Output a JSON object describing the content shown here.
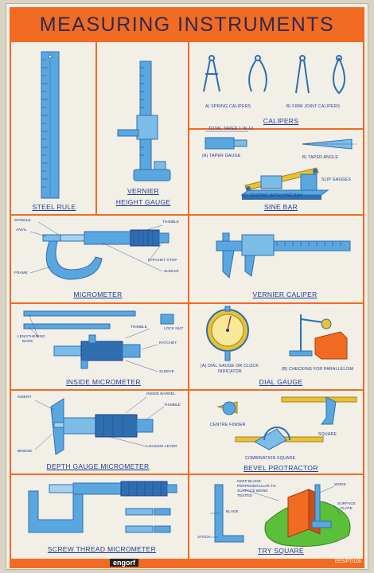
{
  "title": "MEASURING INSTRUMENTS",
  "panels": {
    "steel_rule": "STEEL RULE",
    "vernier_height_gauge_line1": "VERNIER",
    "vernier_height_gauge_line2": "HEIGHT GAUGE",
    "calipers": "CALIPERS",
    "spring_calipers": "A) SPRING CALIPERS",
    "firm_joint_calipers": "B) FIRM JOINT CALIPERS",
    "sine_bar": "SINE BAR",
    "total_taper": "TOTAL TAPER 1 IN 10",
    "taper_gauge": "(A) TAPER GAUGE",
    "taper_angle": "B) TAPER ANGLE",
    "slip_gauges": "SLIP GAUGES",
    "testing_sine_bar": "(C) TESTING WITH SINE BAR",
    "micrometer": "MICROMETER",
    "vernier_caliper": "VERNIER CALIPER",
    "inside_micrometer": "INSIDE MICROMETER",
    "dial_gauge": "DIAL GAUGE",
    "dial_gauge_on_clock_line1": "(A) DIAL GAUGE OR CLOCK",
    "dial_gauge_on_clock_line2": "INDICATOR",
    "checking_parallelism": "(B) CHECKING FOR PARALLELISM",
    "depth_gauge_micrometer": "DEPTH GAUGE MICROMETER",
    "bevel_protractor": "BEVEL PROTRACTOR",
    "centre_finder": "CENTRE FINDER",
    "square": "SQUARE",
    "combination_square": "COMBINATION SQUARE",
    "screw_thread_micrometer": "SCREW THREAD MICROMETER",
    "try_square": "TRY SQUARE"
  },
  "callouts": {
    "spindle": "SPINDLE",
    "anvil": "ANVIL",
    "thimble": "THIMBLE",
    "ratchet_stop": "RATCHET STOP",
    "frame": "FRAME",
    "sleeve": "SLEEVE",
    "lengthening_bars_line1": "LENGTHENING",
    "lengthening_bars_line2": "BARS",
    "lock_nut": "LOCK NUT",
    "ratchet": "RATCHET",
    "insert": "INSERT",
    "inside_barrel": "INSIDE BARREL",
    "bridge": "BRIDGE",
    "locking_lever": "LOCKING LEVER",
    "keep_blade_line1": "KEEP BLADE",
    "keep_blade_line2": "PERPENDICULAR TO",
    "keep_blade_line3": "SURFACE BEING",
    "keep_blade_line4": "TESTED",
    "work": "WORK",
    "surface_plate_line1": "SURFACE",
    "surface_plate_line2": "PLATE",
    "blade": "BLADE",
    "stock": "STOCK"
  },
  "footer": {
    "brand": "engorf",
    "code": "EES/PT/109"
  },
  "colors": {
    "accent": "#f26b22",
    "label": "#1f3a93",
    "steel": "#5aa7e0",
    "steel_dark": "#2f6fb0",
    "green": "#5cbf3a",
    "yellow": "#e8c233"
  }
}
